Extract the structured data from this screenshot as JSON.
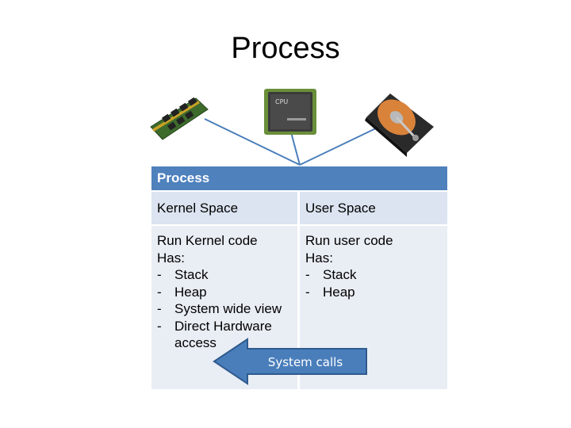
{
  "title": "Process",
  "hardware": {
    "ram_icon": "ram-module-icon",
    "cpu_icon": "cpu-chip-icon",
    "cpu_chip_label": "CPU",
    "disk_icon": "hard-disk-icon"
  },
  "table": {
    "header": "Process",
    "columns": [
      "Kernel Space",
      "User Space"
    ],
    "kernel": {
      "line1": "Run Kernel code",
      "line2": "Has:",
      "items": [
        "Stack",
        "Heap",
        "System wide view",
        "Direct Hardware access"
      ]
    },
    "user": {
      "line1": "Run user code",
      "line2": "Has:",
      "items": [
        "Stack",
        "Heap"
      ]
    }
  },
  "arrow": {
    "label": "System calls",
    "direction": "left"
  },
  "colors": {
    "header_blue": "#4f81bd",
    "arrow_blue": "#4a7ebb",
    "cell_light": "#dbe4f0"
  }
}
